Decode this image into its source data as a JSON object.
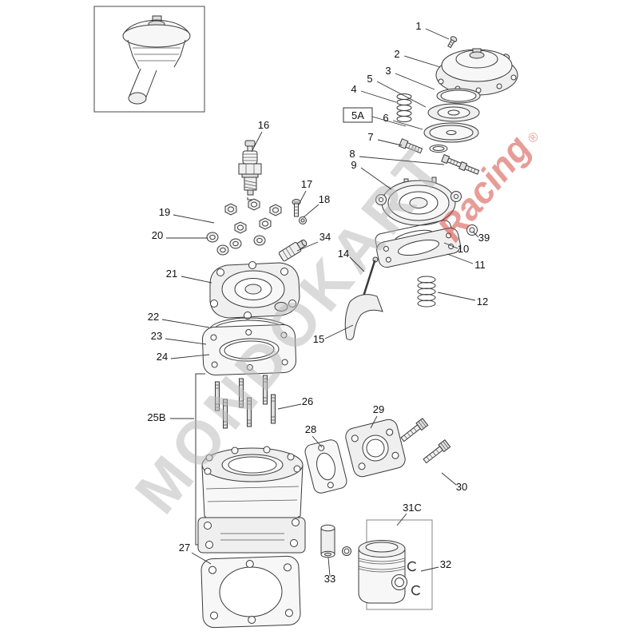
{
  "watermark": {
    "main": "MONDOKART",
    "accent": "Racing",
    "registered": "®",
    "main_color": "#b7b7b7",
    "accent_color": "#d23b31"
  },
  "diagram": {
    "callout_labels": [
      "1",
      "2",
      "3",
      "5",
      "4",
      "5A",
      "6",
      "7",
      "8",
      "9",
      "39",
      "10",
      "11",
      "12",
      "14",
      "15",
      "16",
      "17",
      "18",
      "19",
      "20",
      "34",
      "21",
      "22",
      "23",
      "24",
      "25B",
      "26",
      "28",
      "29",
      "30",
      "31C",
      "27",
      "32",
      "33"
    ]
  }
}
